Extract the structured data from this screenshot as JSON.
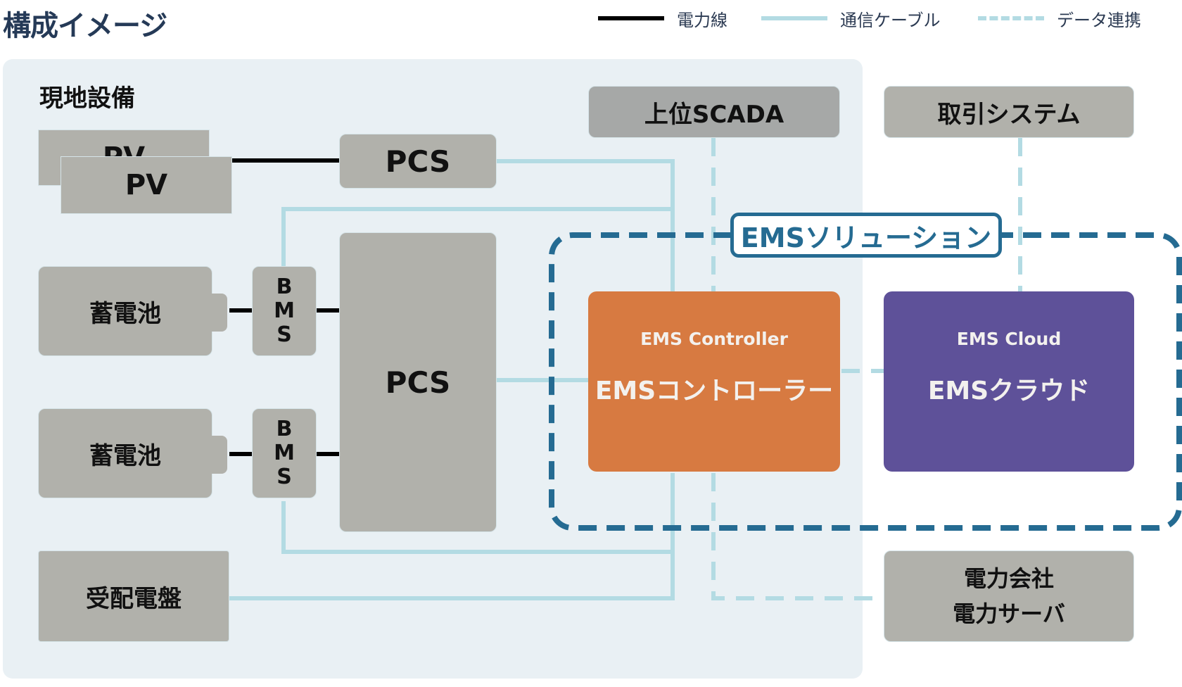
{
  "title": "構成イメージ",
  "legend": [
    {
      "label": "電力線",
      "style": "solid",
      "color": "#000000"
    },
    {
      "label": "通信ケーブル",
      "style": "solid",
      "color": "#b3dbe3"
    },
    {
      "label": "データ連携",
      "style": "dashed",
      "color": "#b3dbe3"
    }
  ],
  "site": {
    "title": "現地設備",
    "pv_back": "PV",
    "pv_front": "PV",
    "pcs_top": "PCS",
    "pcs_main": "PCS",
    "battery_1": "蓄電池",
    "battery_2": "蓄電池",
    "bms_1": [
      "B",
      "M",
      "S"
    ],
    "bms_2": [
      "B",
      "M",
      "S"
    ],
    "switchboard": "受配電盤"
  },
  "external": {
    "scada": "上位SCADA",
    "trading": "取引システム",
    "utility_line1": "電力会社",
    "utility_line2": "電力サーバ"
  },
  "ems": {
    "solution_label": "EMSソリューション",
    "controller_en": "EMS Controller",
    "controller_ja": "EMSコントローラー",
    "cloud_en": "EMS Cloud",
    "cloud_ja": "EMSクラウド"
  },
  "colors": {
    "title": "#253a57",
    "panel_bg": "#e9f0f4",
    "box_gray": "#b1b1ab",
    "scada_gray": "#a6a8a7",
    "controller": "#d77a41",
    "cloud": "#5e5199",
    "solution_border": "#256b92",
    "comm_line": "#b3dbe3",
    "power_line": "#000000"
  }
}
